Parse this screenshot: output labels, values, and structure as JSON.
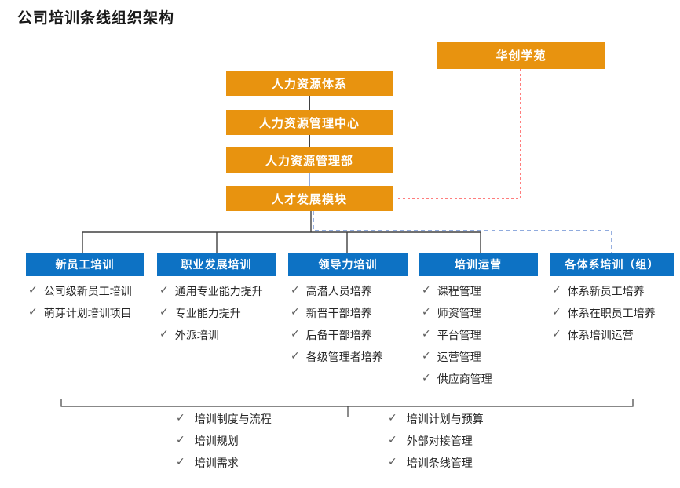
{
  "title": "公司培训条线组织架构",
  "check": "✓",
  "colors": {
    "box_orange": "#E8930F",
    "box_blue": "#0D72C4",
    "line_dark": "#404040",
    "line_blue_dashed": "#6C8FD3",
    "line_red_dashed": "#FF5252",
    "text_dark": "#262626"
  },
  "academy": {
    "label": "华创学苑"
  },
  "chain": [
    {
      "label": "人力资源体系"
    },
    {
      "label": "人力资源管理中心"
    },
    {
      "label": "人力资源管理部"
    },
    {
      "label": "人才发展模块"
    }
  ],
  "branches": [
    {
      "label": "新员工培训",
      "items": [
        "公司级新员工培训",
        "萌芽计划培训项目"
      ]
    },
    {
      "label": "职业发展培训",
      "items": [
        "通用专业能力提升",
        "专业能力提升",
        "外派培训"
      ]
    },
    {
      "label": "领导力培训",
      "items": [
        "高潜人员培养",
        "新晋干部培养",
        "后备干部培养",
        "各级管理者培养"
      ]
    },
    {
      "label": "培训运营",
      "items": [
        "课程管理",
        "师资管理",
        "平台管理",
        "运营管理",
        "供应商管理"
      ]
    },
    {
      "label": "各体系培训（组）",
      "items": [
        "体系新员工培养",
        "体系在职员工培养",
        "体系培训运营"
      ]
    }
  ],
  "footer_groups": [
    {
      "items": [
        "培训制度与流程",
        "培训规划",
        "培训需求"
      ]
    },
    {
      "items": [
        "培训计划与预算",
        "外部对接管理",
        "培训条线管理"
      ]
    }
  ]
}
